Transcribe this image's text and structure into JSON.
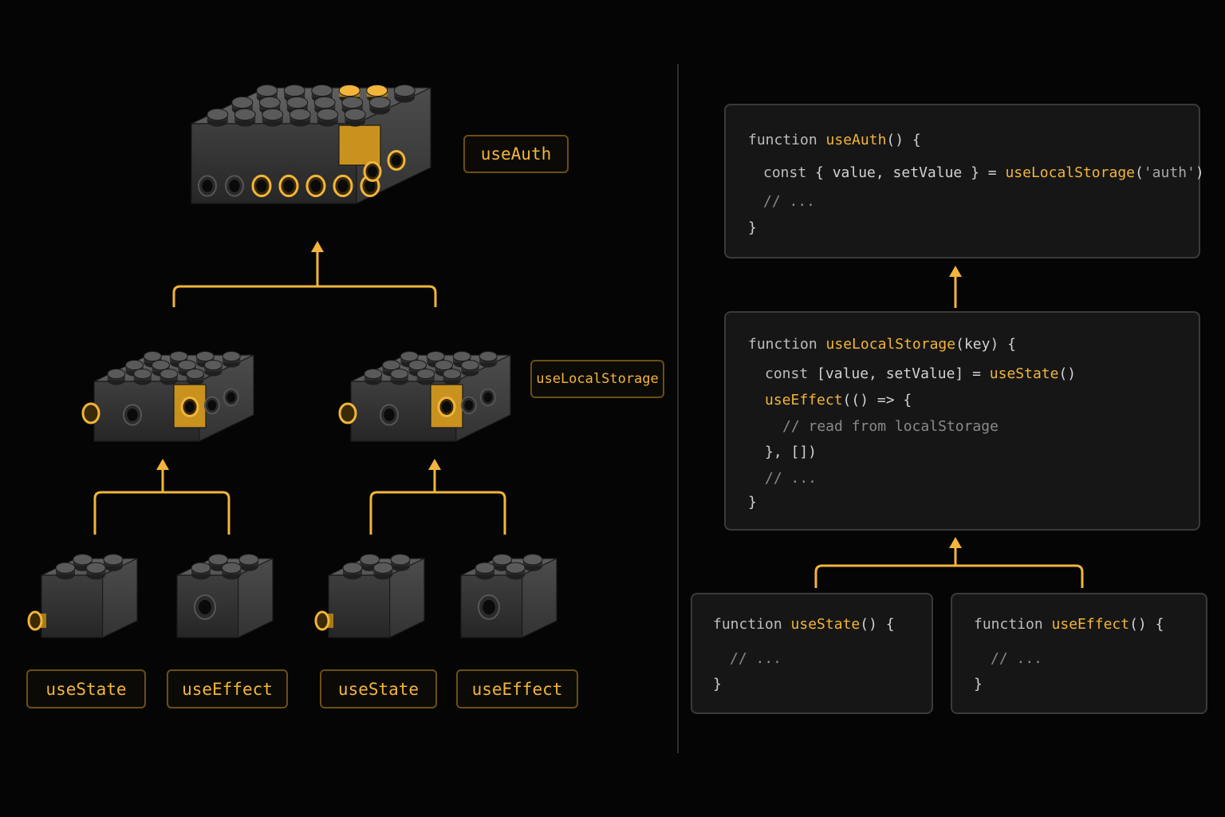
{
  "labels": [
    {
      "id": "useAuth",
      "text": "useAuth"
    },
    {
      "id": "useLocalStorage",
      "text": "useLocalStorage"
    },
    {
      "id": "useState-1",
      "text": "useState"
    },
    {
      "id": "useEffect-1",
      "text": "useEffect"
    },
    {
      "id": "useState-2",
      "text": "useState"
    },
    {
      "id": "useEffect-2",
      "text": "useEffect"
    }
  ],
  "code_panels": [
    {
      "id": "useAuth",
      "lines": [
        [
          [
            "kw",
            "function "
          ],
          [
            "fn",
            "useAuth"
          ],
          [
            "pl",
            "() {"
          ]
        ],
        [
          [
            "kw",
            "const"
          ],
          [
            "pl",
            " { value, setValue } = "
          ],
          [
            "fn",
            "useLocalStorage"
          ],
          [
            "pl",
            "("
          ],
          [
            "st",
            "'auth'"
          ],
          [
            "pl",
            ")"
          ]
        ],
        [
          [
            "cm",
            "// ..."
          ]
        ],
        [
          [
            "pl",
            "}"
          ]
        ]
      ]
    },
    {
      "id": "useLocalStorage",
      "lines": [
        [
          [
            "kw",
            "function "
          ],
          [
            "fn",
            "useLocalStorage"
          ],
          [
            "pl",
            "(key) {"
          ]
        ],
        [
          [
            "kw",
            "const"
          ],
          [
            "pl",
            " [value, setValue] = "
          ],
          [
            "fn",
            "useState"
          ],
          [
            "pl",
            "()"
          ]
        ],
        [
          [
            "fn",
            "useEffect"
          ],
          [
            "pl",
            "(() => {"
          ]
        ],
        [
          [
            "cm",
            "// read from localStorage"
          ]
        ],
        [
          [
            "pl",
            "}, [])"
          ]
        ],
        [
          [
            "cm",
            "// ..."
          ]
        ],
        [
          [
            "pl",
            "}"
          ]
        ]
      ]
    },
    {
      "id": "useState",
      "lines": [
        [
          [
            "kw",
            "function "
          ],
          [
            "fn",
            "useState"
          ],
          [
            "pl",
            "() {"
          ]
        ],
        [
          [
            "cm",
            "// ..."
          ]
        ],
        [
          [
            "pl",
            "}"
          ]
        ]
      ]
    },
    {
      "id": "useEffect",
      "lines": [
        [
          [
            "kw",
            "function "
          ],
          [
            "fn",
            "useEffect"
          ],
          [
            "pl",
            "() {"
          ]
        ],
        [
          [
            "cm",
            "// ..."
          ]
        ],
        [
          [
            "pl",
            "}"
          ]
        ]
      ]
    }
  ],
  "colors": {
    "accent": "#f2b53a",
    "background": "#050505",
    "brick_dark": "#3a3a3a",
    "brick_light": "#5a5a5a",
    "panel_bg": "#161616",
    "panel_border": "#3a3a3a",
    "label_border": "#6b4f12"
  },
  "icons": [
    "brick-icon",
    "arrow-up-icon"
  ]
}
